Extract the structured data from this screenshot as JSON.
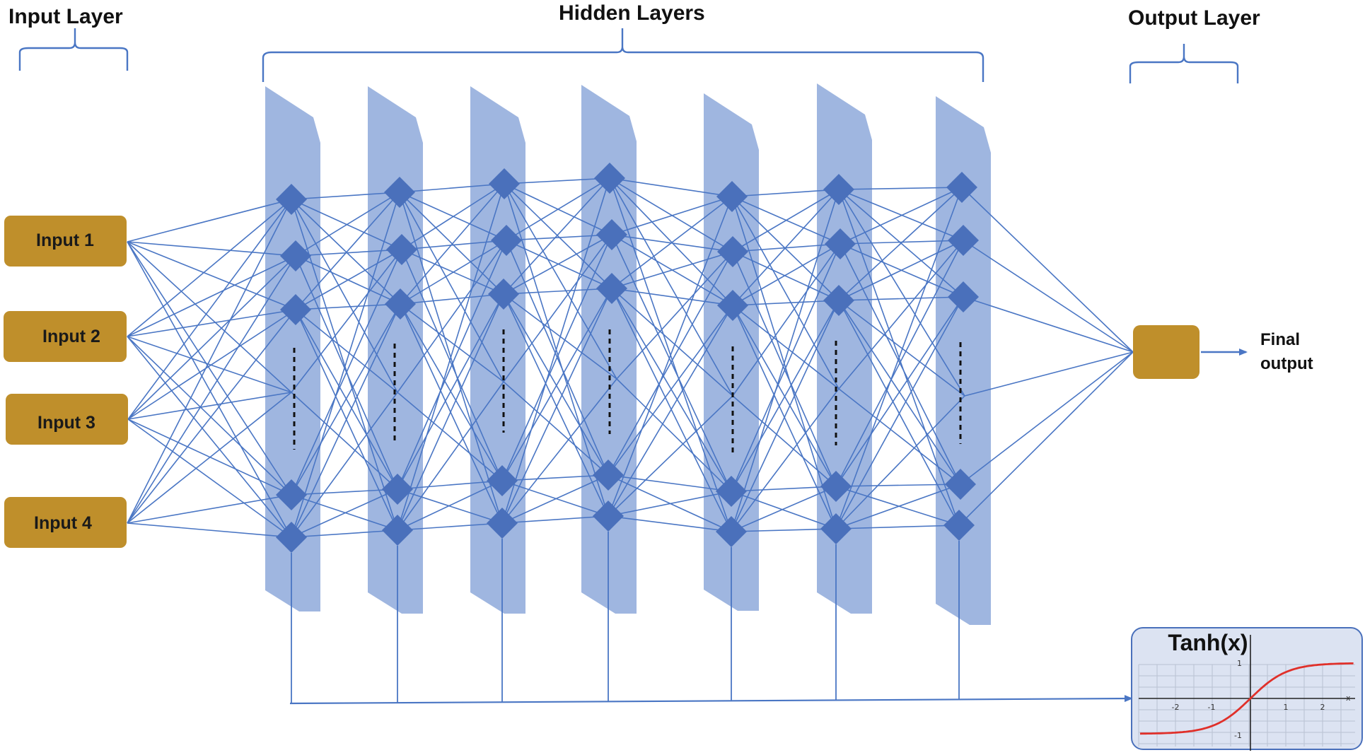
{
  "headings": {
    "input_layer": "Input Layer",
    "hidden_layers": "Hidden Layers",
    "output_layer": "Output Layer"
  },
  "inputs": [
    "Input 1",
    "Input 2",
    "Input 3",
    "Input 4"
  ],
  "output": {
    "label_line1": "Final",
    "label_line2": "output"
  },
  "activation": {
    "title": "Tanh(x)",
    "x_ticks": [
      "-2",
      "-1",
      "1",
      "2"
    ],
    "y_ticks": [
      "1",
      "-1"
    ],
    "x_axis_label": "x"
  },
  "colors": {
    "input_box": "#bf8f2b",
    "output_box": "#bf8f2b",
    "layer_band": "#9ab2de",
    "node": "#4a70bb",
    "connection": "#4a76c4",
    "curve": "#e0302a"
  }
}
